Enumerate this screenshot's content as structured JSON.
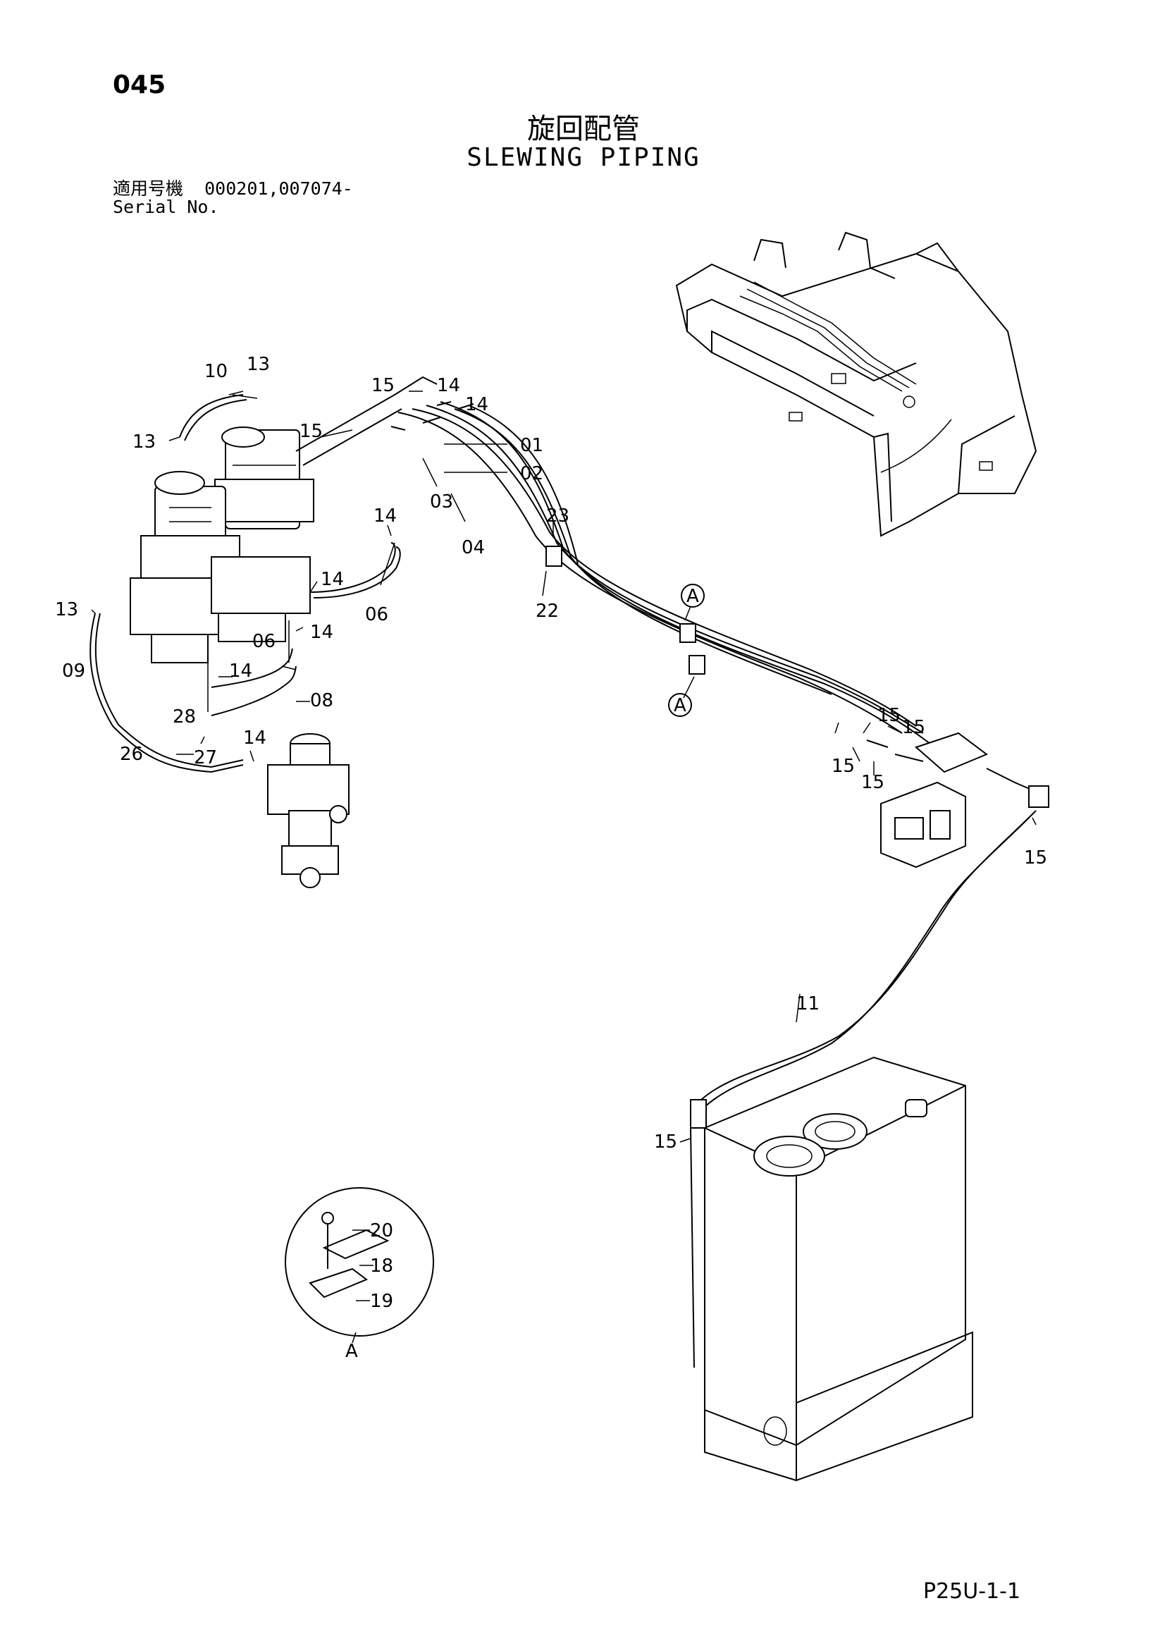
{
  "page": {
    "number": "045",
    "footer": "P25U-1-1"
  },
  "title": {
    "ja": "旋回配管",
    "en": "SLEWING PIPING"
  },
  "serial": {
    "label_ja": "適用号機",
    "values": "000201,007074-",
    "label_en": "Serial No."
  },
  "detail_label": "A",
  "callouts": [
    "01",
    "02",
    "03",
    "04",
    "06",
    "06",
    "08",
    "09",
    "10",
    "11",
    "13",
    "13",
    "13",
    "14",
    "14",
    "14",
    "14",
    "14",
    "14",
    "14",
    "15",
    "15",
    "15",
    "15",
    "15",
    "15",
    "15",
    "15",
    "18",
    "19",
    "20",
    "22",
    "23",
    "26",
    "27",
    "28",
    "A",
    "A"
  ]
}
